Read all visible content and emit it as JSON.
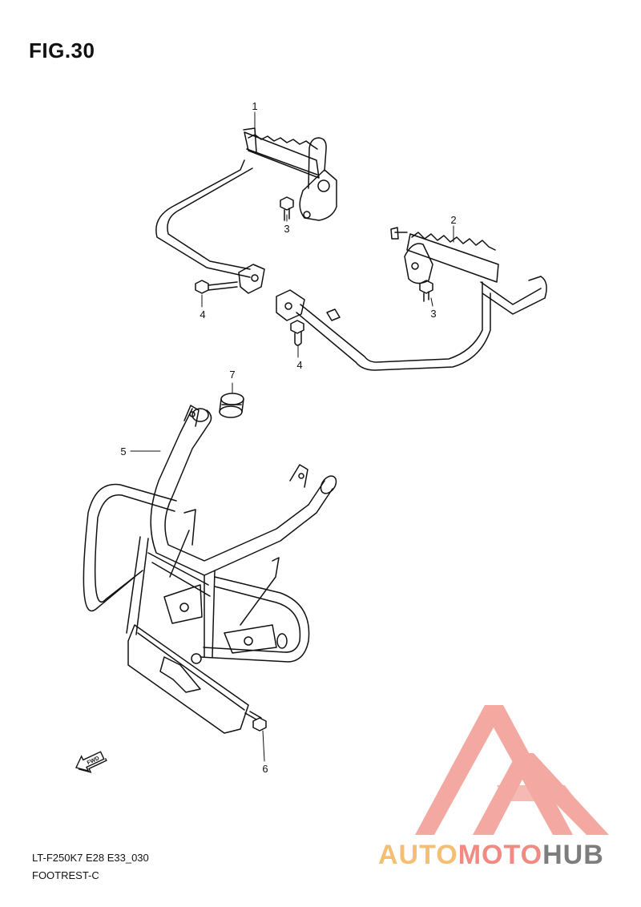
{
  "figure": {
    "title": "FIG.30"
  },
  "callouts": [
    "1",
    "2",
    "3",
    "3",
    "4",
    "4",
    "5",
    "6",
    "7"
  ],
  "direction_marker": {
    "label": "FWD",
    "icon": "fwd-arrow-icon"
  },
  "footer": {
    "model_code": "LT-F250K7 E28 E33_030",
    "section": "FOOTREST-C"
  },
  "watermark": {
    "part1": "AUTO",
    "part2": "MOTO",
    "part3": "HUB",
    "colors": {
      "auto": "#f5bf73",
      "moto": "#f08a82",
      "hub": "#7d7d7d",
      "logo": "#f3a49c"
    }
  }
}
